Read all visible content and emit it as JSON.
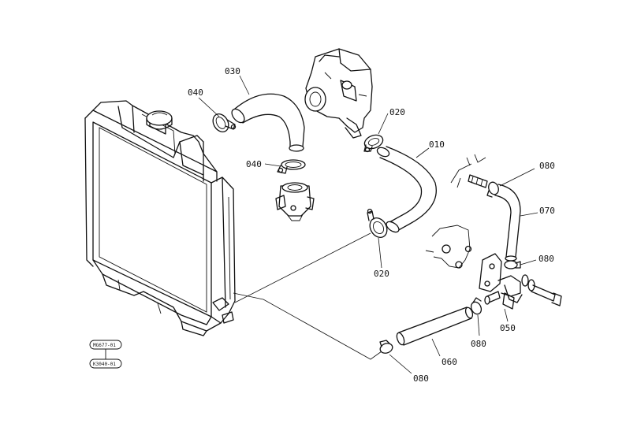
{
  "callouts": {
    "c010": "010",
    "c020_top": "020",
    "c020_bottom": "020",
    "c030": "030",
    "c040_top": "040",
    "c040_mid": "040",
    "c050": "050",
    "c060": "060",
    "c070": "070",
    "c080_top": "080",
    "c080_mid": "080",
    "c080_low": "080",
    "c080_bottom": "080"
  },
  "reference_codes": {
    "upper": "MG677-01",
    "lower": "K3040-01"
  }
}
